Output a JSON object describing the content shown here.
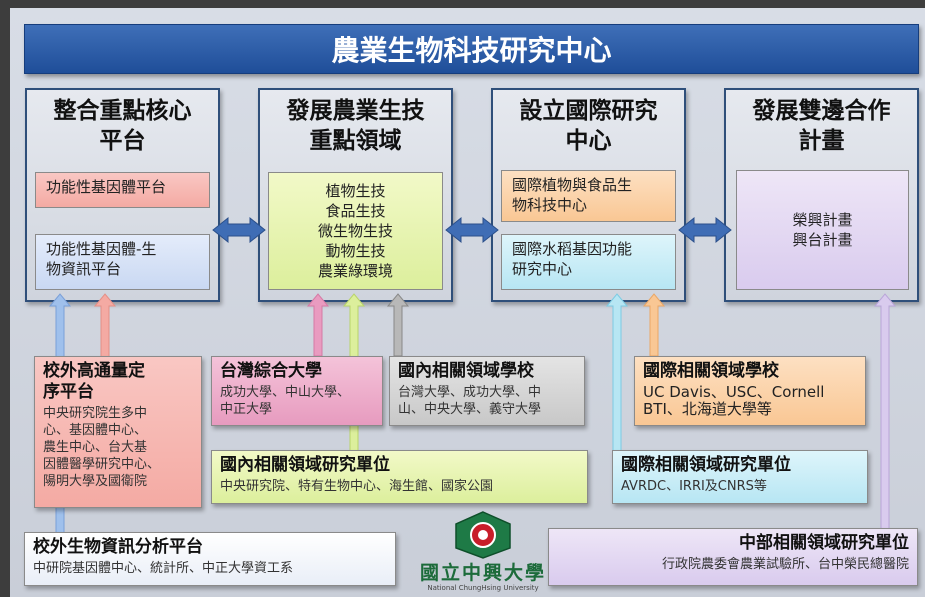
{
  "title": "農業生物科技研究中心",
  "columns": [
    {
      "title": "整合重點核心\n平台",
      "boxes": [
        "功能性基因體平台",
        "功能性基因體-生\n物資訊平台"
      ]
    },
    {
      "title": "發展農業生技\n重點領域",
      "boxes": [
        "植物生技\n食品生技\n微生物生技\n動物生技\n農業綠環境"
      ]
    },
    {
      "title": "設立國際研究\n中心",
      "boxes": [
        "國際植物與食品生\n物科技中心",
        "國際水稻基因功能\n研究中心"
      ]
    },
    {
      "title": "發展雙邊合作\n計畫",
      "boxes": [
        "榮興計畫\n興台計畫"
      ]
    }
  ],
  "sources": {
    "external_high_throughput": {
      "title": "校外高通量定\n序平台",
      "body": "中央研究院生多中\n心、基因體中心、\n農生中心、台大基\n因體醫學研究中心、\n陽明大學及國衛院"
    },
    "taiwan_comprehensive": {
      "title": "台灣綜合大學",
      "body": "成功大學、中山大學、\n中正大學"
    },
    "domestic_schools": {
      "title": "國內相關領域學校",
      "body": "台灣大學、成功大學、中\n山、中央大學、義守大學"
    },
    "intl_schools": {
      "title": "國際相關領域學校",
      "body": "UC Davis、USC、Cornell\nBTI、北海道大學等"
    },
    "domestic_research": {
      "title": "國內相關領域研究單位",
      "body": "中央研究院、特有生物中心、海生館、國家公園"
    },
    "intl_research": {
      "title": "國際相關領域研究單位",
      "body": "AVRDC、IRRI及CNRS等"
    },
    "external_bioinfo": {
      "title": "校外生物資訊分析平台",
      "body": "中研院基因體中心、統計所、中正大學資工系"
    },
    "central_research": {
      "title": "中部相關領域研究單位",
      "body": "行政院農委會農業試驗所、台中榮民總醫院"
    }
  },
  "logo": {
    "text": "國立中興大學",
    "subtitle": "National ChungHsing University",
    "icon": "nchu-emblem-icon"
  },
  "colors": {
    "title_bar": "#2a5aa6",
    "arrow": "#3f6db5"
  }
}
